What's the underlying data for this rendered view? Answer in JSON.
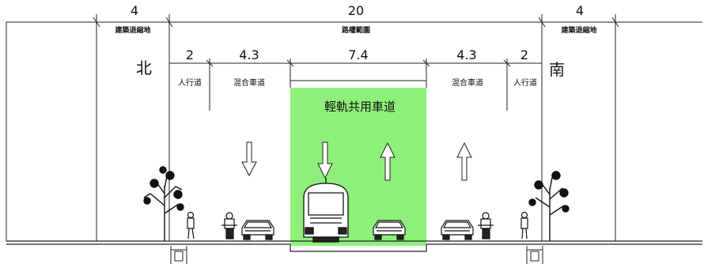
{
  "overall": {
    "left_width": "4",
    "center_width": "20",
    "right_width": "4"
  },
  "labels": {
    "left_setback": "建築退縮地",
    "right_setback": "建築退縮地",
    "road_range": "路權範圍",
    "north": "北",
    "south": "南",
    "lrt_lane": "輕軌共用車道"
  },
  "lanes": [
    {
      "width": "2",
      "label": "人行道"
    },
    {
      "width": "4.3",
      "label": "混合車道"
    },
    {
      "width": "7.4",
      "label": ""
    },
    {
      "width": "4.3",
      "label": "混合車道"
    },
    {
      "width": "2",
      "label": "人行道"
    }
  ],
  "colors": {
    "lrt_lane": "#8ef07a",
    "line": "#222222"
  },
  "icons": [
    "tree-icon",
    "pedestrian-icon",
    "scooter-icon",
    "car-icon",
    "light-rail-icon",
    "arrow-down-icon",
    "arrow-up-icon",
    "drain-icon"
  ]
}
